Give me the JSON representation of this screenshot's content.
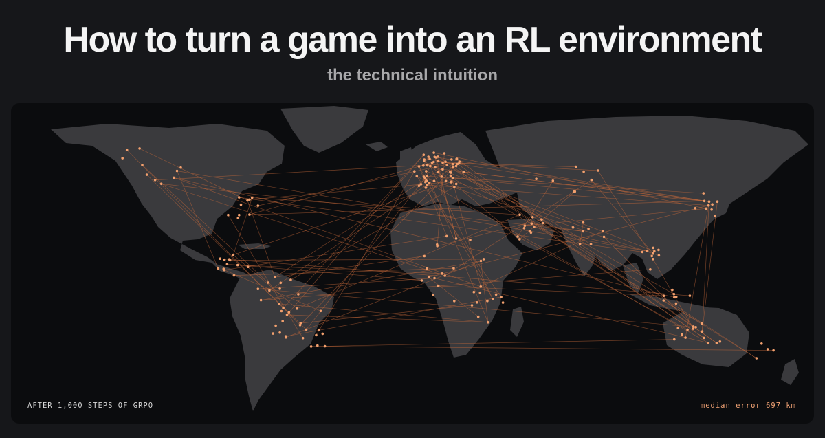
{
  "header": {
    "title": "How to turn a game into an RL environment",
    "subtitle": "the technical intuition"
  },
  "map": {
    "caption_left": "AFTER 1,000 STEPS OF GRPO",
    "caption_right": "median error 697 km",
    "colors": {
      "panel": "#0b0c0e",
      "land": "#3a3a3d",
      "point": "#f2a06e",
      "link": "#c8693a"
    }
  }
}
